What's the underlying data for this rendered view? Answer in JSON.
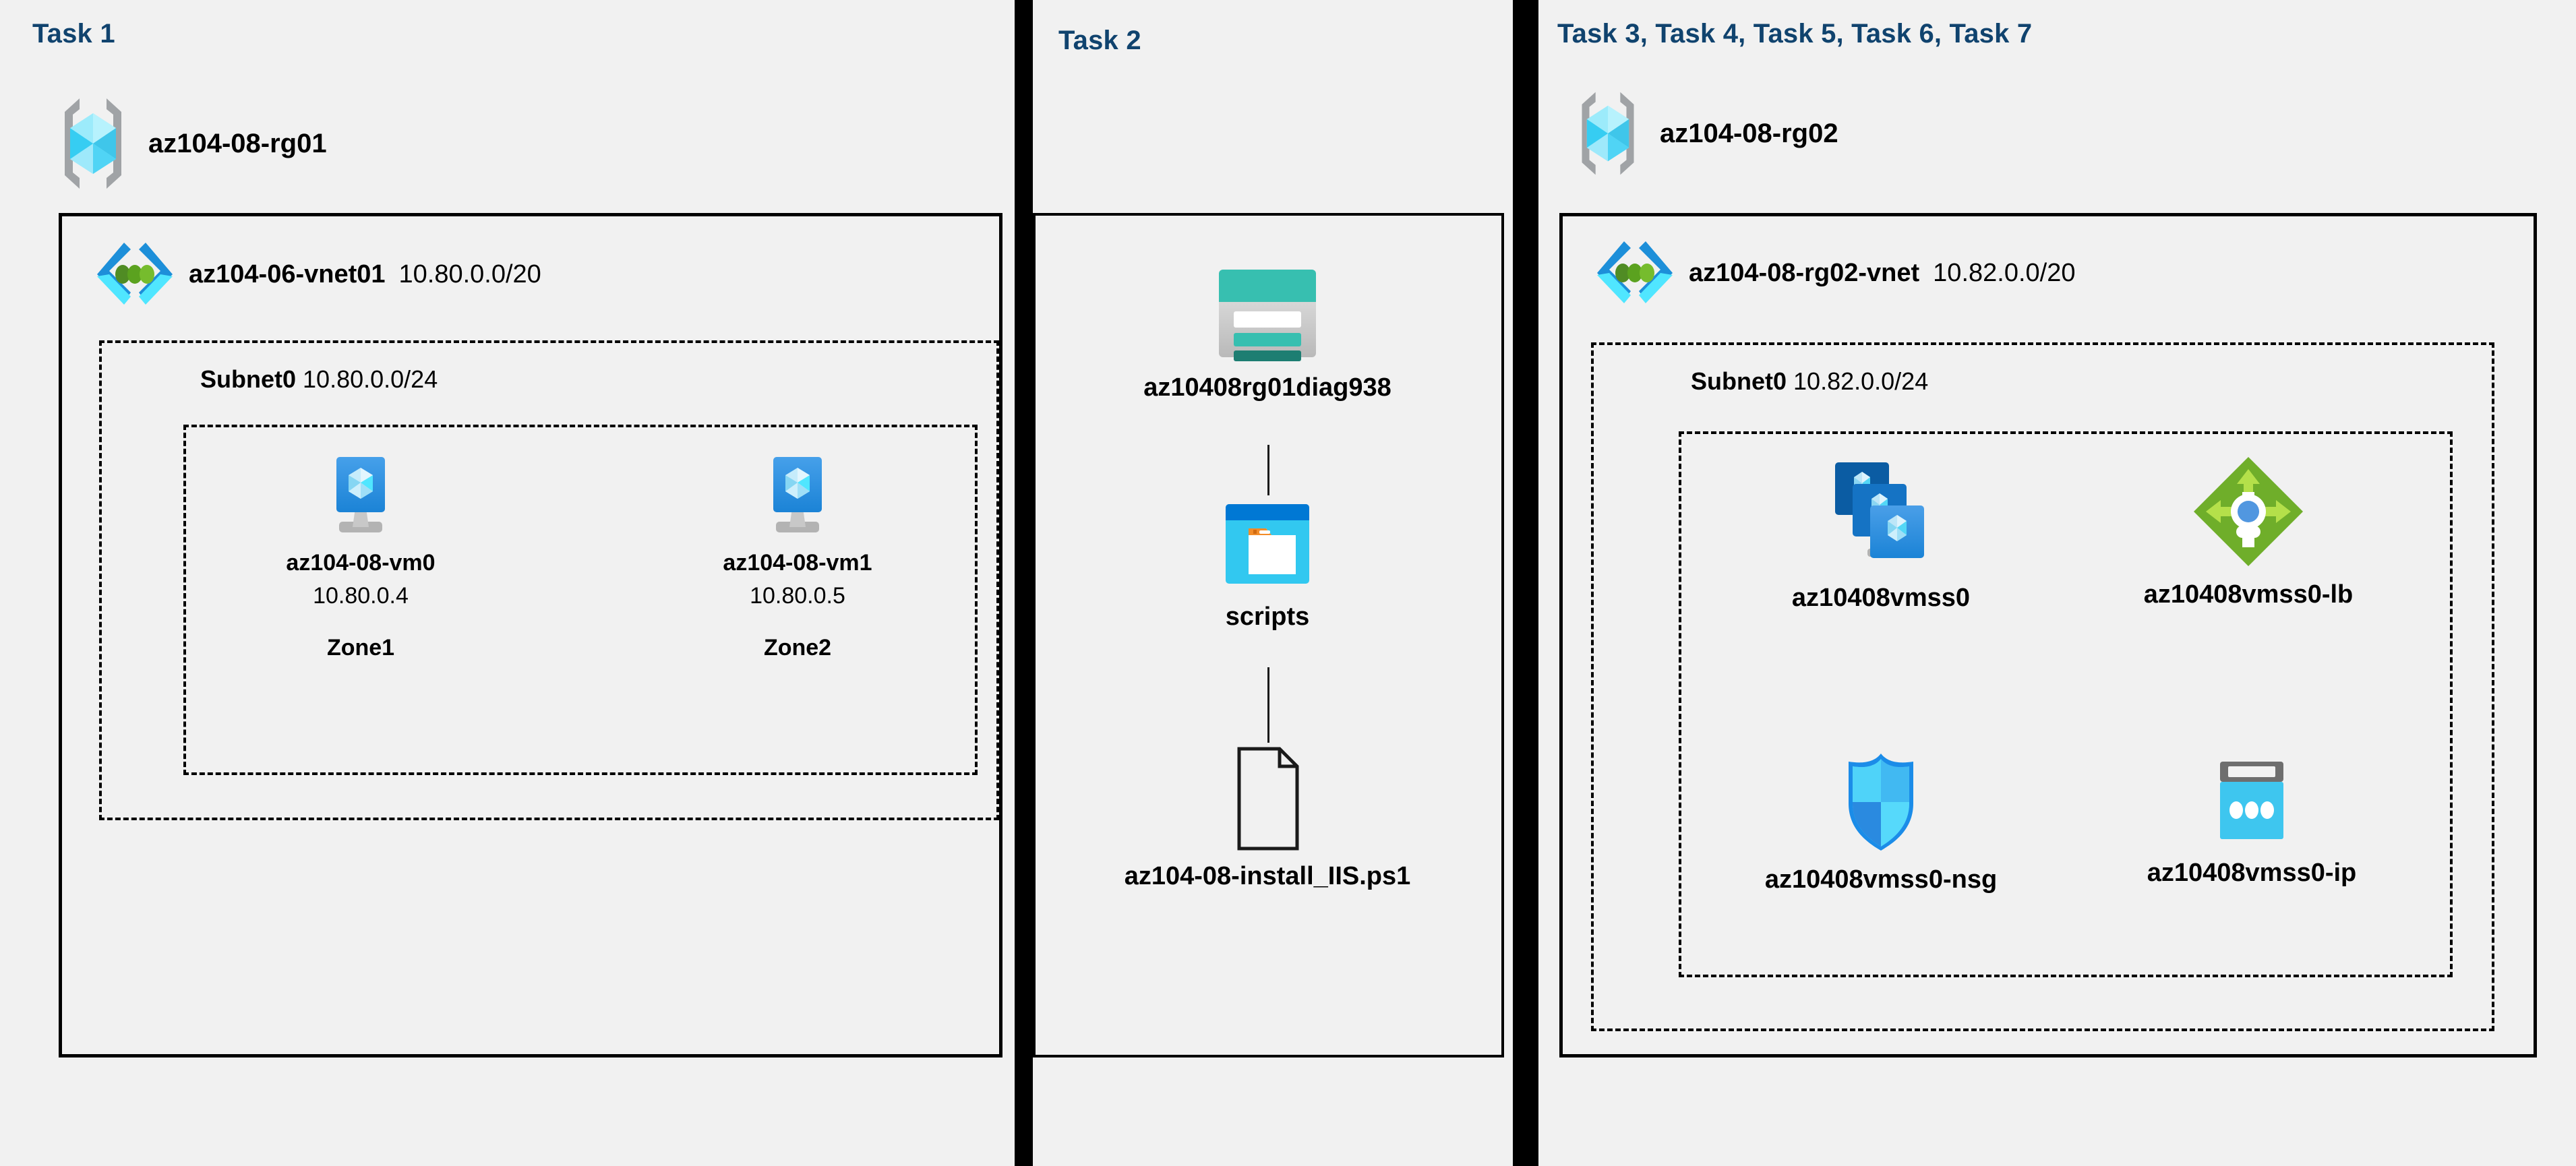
{
  "background_color": "#f1f1f1",
  "accent_color": "#10436e",
  "panels": [
    {
      "id": "panel-task1",
      "task_label": "Task 1",
      "resource_group": {
        "icon": "resource-group-icon",
        "name": "az104-08-rg01"
      },
      "vnet": {
        "icon": "virtual-network-icon",
        "name": "az104-06-vnet01",
        "cidr": "10.80.0.0/20"
      },
      "subnet": {
        "name": "Subnet0",
        "cidr": "10.80.0.0/24"
      },
      "vms": [
        {
          "icon": "virtual-machine-icon",
          "name": "az104-08-vm0",
          "ip": "10.80.0.4",
          "zone": "Zone1"
        },
        {
          "icon": "virtual-machine-icon",
          "name": "az104-08-vm1",
          "ip": "10.80.0.5",
          "zone": "Zone2"
        }
      ]
    },
    {
      "id": "panel-task2",
      "task_label": "Task 2",
      "items": [
        {
          "icon": "storage-account-icon",
          "name": "az10408rg01diag938"
        },
        {
          "icon": "blob-container-icon",
          "name": "scripts"
        },
        {
          "icon": "file-icon",
          "name": "az104-08-install_IIS.ps1"
        }
      ]
    },
    {
      "id": "panel-task3to7",
      "task_label": "Task 3, Task 4, Task 5, Task 6, Task 7",
      "resource_group": {
        "icon": "resource-group-icon",
        "name": "az104-08-rg02"
      },
      "vnet": {
        "icon": "virtual-network-icon",
        "name": "az104-08-rg02-vnet",
        "cidr": "10.82.0.0/20"
      },
      "subnet": {
        "name": "Subnet0",
        "cidr": "10.82.0.0/24"
      },
      "resources": [
        {
          "icon": "vm-scale-set-icon",
          "name": "az10408vmss0"
        },
        {
          "icon": "load-balancer-icon",
          "name": "az10408vmss0-lb"
        },
        {
          "icon": "network-security-group-icon",
          "name": "az10408vmss0-nsg"
        },
        {
          "icon": "public-ip-address-icon",
          "name": "az10408vmss0-ip"
        }
      ]
    }
  ]
}
